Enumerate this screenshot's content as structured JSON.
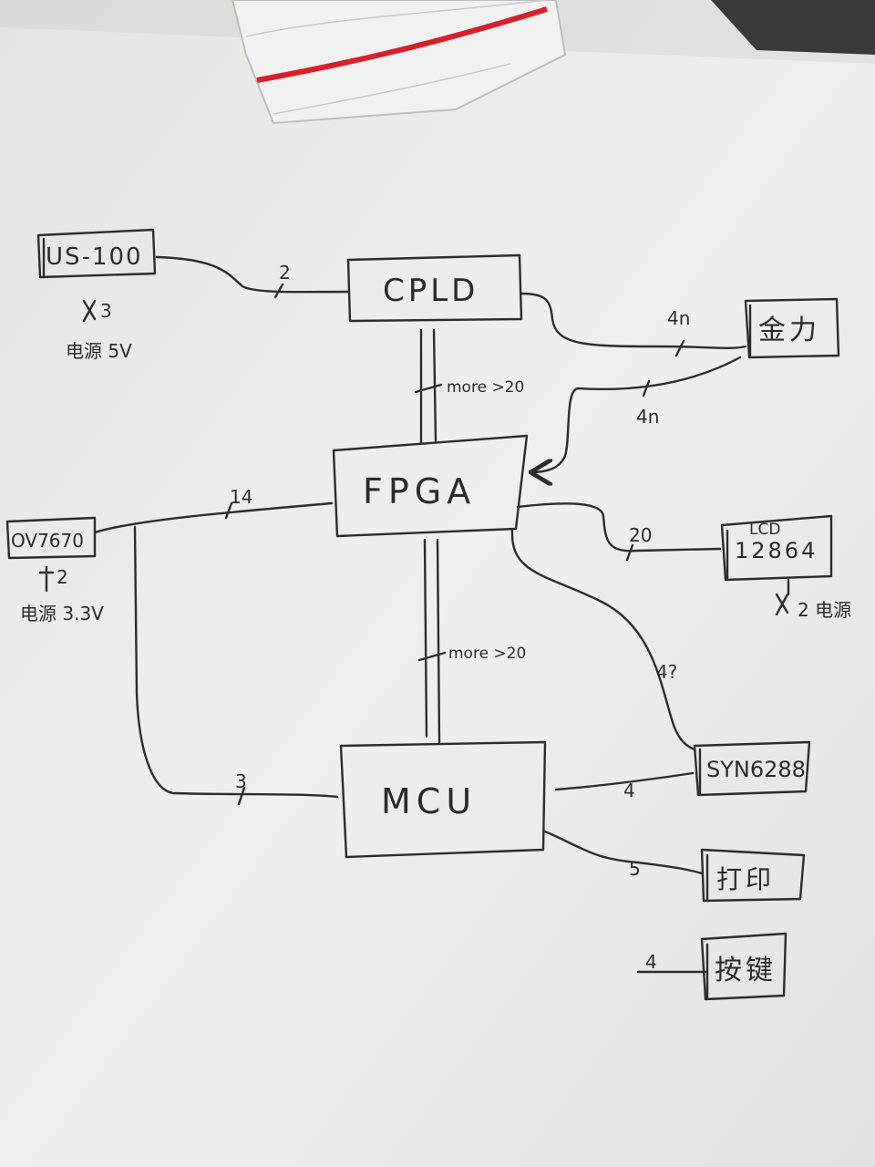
{
  "components": {
    "us100": {
      "label": "US-100",
      "pin_note": "3",
      "power_note": "电源 5V"
    },
    "cpld": {
      "label": "CPLD"
    },
    "jinli": {
      "label": "金力"
    },
    "fpga": {
      "label": "FPGA"
    },
    "ov7670": {
      "label": "OV7670",
      "pin_note": "2",
      "power_note": "电源 3.3V"
    },
    "lcd12864": {
      "label_top": "LCD",
      "label_bottom": "12864",
      "note": "2 电源"
    },
    "mcu": {
      "label": "MCU"
    },
    "syn6288": {
      "label": "SYN6288"
    },
    "printer": {
      "label": "打印"
    },
    "keys": {
      "label": "按键"
    }
  },
  "connections": {
    "us100_cpld": "2",
    "cpld_jinli": "4n",
    "jinli_fpga": "4n",
    "cpld_fpga": "more >20",
    "ov7670_fpga": "14",
    "fpga_lcd": "20",
    "fpga_syn6288": "4?",
    "fpga_mcu": "more >20",
    "ov7670_mcu": "3",
    "mcu_syn6288": "4",
    "mcu_printer": "5",
    "keys_wire": "4"
  },
  "colors": {
    "paper": "#ececeb",
    "ink": "#2c2c2c",
    "bag_stripe": "#d8202a"
  }
}
